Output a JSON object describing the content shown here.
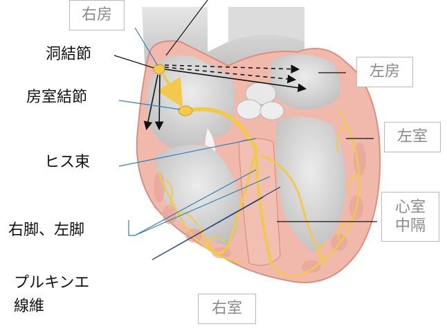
{
  "labels": {
    "right_atrium": "右房",
    "left_atrium": "左房",
    "left_ventricle": "左室",
    "right_ventricle": "右室",
    "septum_line1": "心室",
    "septum_line2": "中隔",
    "sa_node": "洞結節",
    "av_node": "房室結節",
    "his_bundle": "ヒス束",
    "bundle_branches": "右脚、左脚",
    "purkinje_line1": "プルキンエ",
    "purkinje_line2": "線維"
  },
  "colors": {
    "muscle": "#f0b9ab",
    "muscle_dark": "#d98f80",
    "chamber": "#c9c9c9",
    "chamber_light": "#e2e2e2",
    "conduction": "#f2c94c",
    "conduction_dark": "#c99a1c",
    "leader_blue": "#2f7fb5",
    "leader_navy": "#1f3f7a",
    "box_border": "#b9b9b9",
    "box_text": "#8a8a8a"
  }
}
